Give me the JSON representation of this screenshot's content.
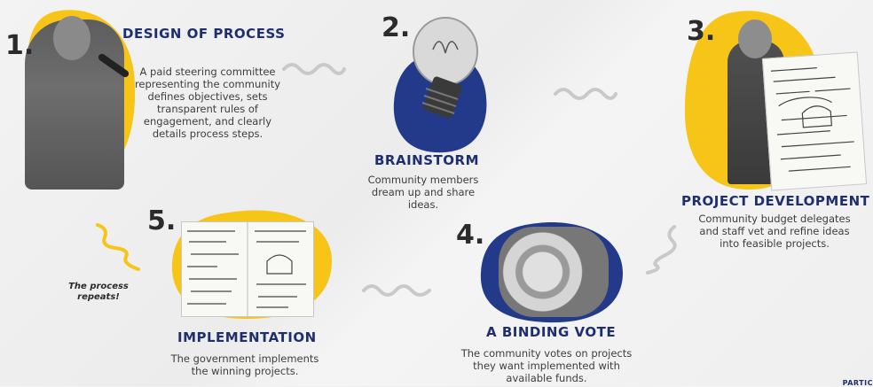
{
  "steps": [
    {
      "number": "1.",
      "title": "DESIGN OF PROCESS",
      "description": "A paid steering committee representing the community defines objectives, sets transparent rules of engagement, and clearly details process steps."
    },
    {
      "number": "2.",
      "title": "BRAINSTORM",
      "description": "Community members dream up and share ideas."
    },
    {
      "number": "3.",
      "title": "PROJECT DEVELOPMENT",
      "description": "Community budget delegates and staff vet and refine ideas into feasible projects."
    },
    {
      "number": "4.",
      "title": "A BINDING VOTE",
      "description": "The community votes on projects they want implemented with available funds."
    },
    {
      "number": "5.",
      "title": "IMPLEMENTATION",
      "description": "The government implements the winning projects."
    }
  ],
  "repeat_note": "The process repeats!",
  "footer_partial": "PARTIC",
  "colors": {
    "yellow": "#f6c518",
    "navy": "#233a8a",
    "title": "#1f2f6e",
    "squiggle": "#c9c9c9"
  }
}
